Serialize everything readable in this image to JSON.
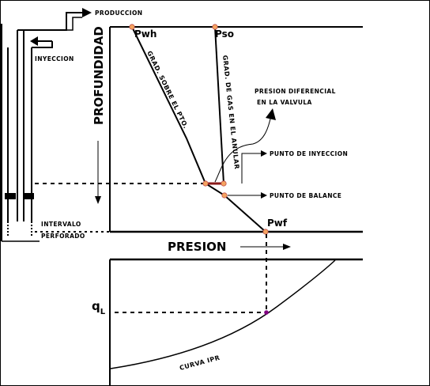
{
  "labels": {
    "produccion": "PRODUCCION",
    "inyeccion": "INYECCION",
    "profundidad": "PROFUNDIDAD",
    "pwh": "Pwh",
    "pso": "Pso",
    "grad_pto": "GRAD. SOBRE EL PTO.",
    "grad_gas": "GRAD. DE GAS EN EL ANULAR",
    "presion_dif_1": "PRESION DIFERENCIAL",
    "presion_dif_2": "EN LA VALVULA",
    "punto_inyeccion": "PUNTO DE INYECCION",
    "punto_balance": "PUNTO DE BALANCE",
    "intervalo": "INTERVALO",
    "perforado": "PERFORADO",
    "pwf": "Pwf",
    "presion": "PRESION",
    "ql_main": "q",
    "ql_sub": "L",
    "curva_ipr": "CURVA IPR"
  },
  "colors": {
    "line": "#000000",
    "point": "#f4a460",
    "point_stroke": "#c0504d",
    "valve_segment": "#8b1a1a",
    "ql_point": "#800080"
  }
}
